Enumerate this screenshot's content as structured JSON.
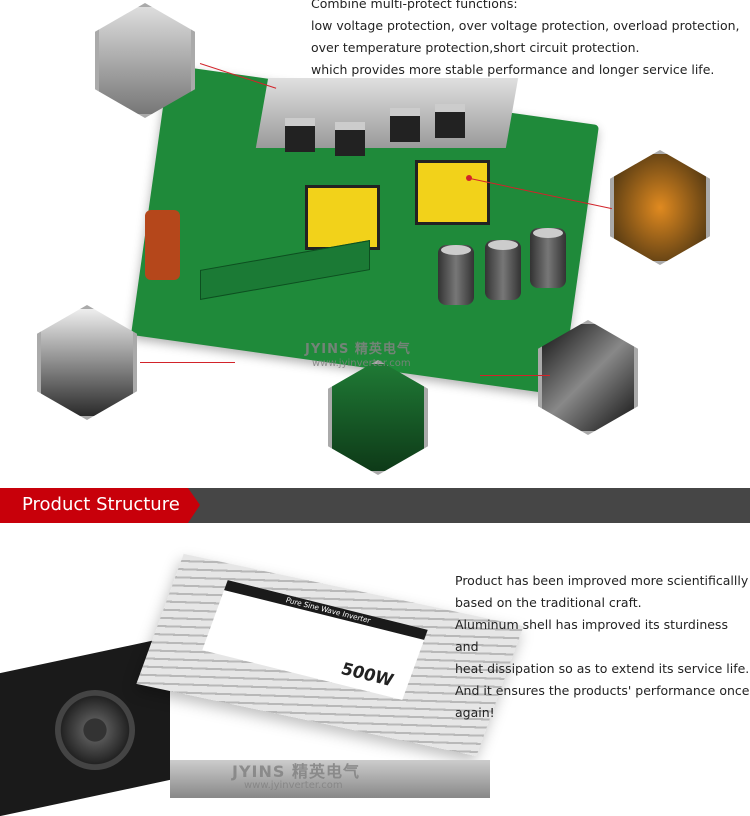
{
  "features": {
    "heading": "Combine multi-protect functions:",
    "lines": [
      "low voltage protection, over voltage protection, overload protection,",
      "over temperature protection,short circuit protection.",
      "which provides more stable performance and longer service life."
    ]
  },
  "watermark": {
    "brand": "JYINS",
    "brand_cn": "精英电气",
    "url": "www.jyinverter.com"
  },
  "section": {
    "title": "Product Structure",
    "accent": "#c8000a",
    "bar_color": "#464646"
  },
  "structure": {
    "lines": [
      "Product has been improved more scientificallly",
      "based on the traditional craft.",
      "Aluminum shell has improved its sturdiness and",
      "heat dissipation so as to extend its service life.",
      "And it ensures the products' performance once",
      "again!"
    ]
  },
  "product": {
    "power": "500W",
    "name": "Pure Sine Wave Inverter"
  }
}
